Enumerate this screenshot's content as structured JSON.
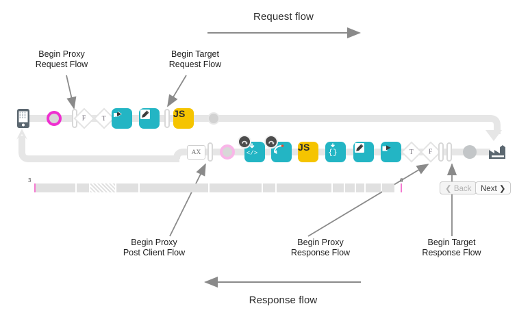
{
  "diagram": {
    "title_request": "Request flow",
    "title_response": "Response flow",
    "callouts": {
      "begin_proxy_request": "Begin Proxy\nRequest Flow",
      "begin_target_request": "Begin Target\nRequest Flow",
      "begin_proxy_post_client": "Begin Proxy\nPost Client Flow",
      "begin_proxy_response": "Begin Proxy\nResponse Flow",
      "begin_target_response": "Begin Target\nResponse Flow"
    },
    "callout_lines": {
      "begin_proxy_request_l1": "Begin Proxy",
      "begin_proxy_request_l2": "Request Flow",
      "begin_target_request_l1": "Begin Target",
      "begin_target_request_l2": "Request Flow",
      "begin_proxy_post_client_l1": "Begin Proxy",
      "begin_proxy_post_client_l2": "Post Client Flow",
      "begin_proxy_response_l1": "Begin Proxy",
      "begin_proxy_response_l2": "Response Flow",
      "begin_target_response_l1": "Begin Target",
      "begin_target_response_l2": "Response Flow"
    }
  },
  "colors": {
    "teal": "#23b5c4",
    "yellow": "#f5c400",
    "magenta": "#ef2fd0",
    "pink": "#f9b6e8",
    "track": "#e6e6e6",
    "arrow_grey": "#8a8a8a",
    "factory": "#5b6770"
  },
  "row_request": {
    "nodes": [
      {
        "name": "client-device-icon",
        "type": "phone",
        "label": ""
      },
      {
        "name": "magenta-ring-start",
        "type": "ring",
        "label": ""
      },
      {
        "name": "flow-bar-1",
        "type": "bar",
        "label": ""
      },
      {
        "name": "condition-f-1",
        "type": "diamond",
        "label": "F"
      },
      {
        "name": "condition-t-1",
        "type": "diamond",
        "label": "T"
      },
      {
        "name": "policy-share-1",
        "type": "teal",
        "label": ""
      },
      {
        "name": "policy-edit-1",
        "type": "teal",
        "label": ""
      },
      {
        "name": "flow-bar-2",
        "type": "bar",
        "label": ""
      },
      {
        "name": "policy-js-1",
        "type": "yellow",
        "label": "JS"
      },
      {
        "name": "endpoint-dot-1",
        "type": "dot",
        "label": ""
      }
    ]
  },
  "row_response": {
    "nodes": [
      {
        "name": "ax-box",
        "type": "axbox",
        "label": "AX"
      },
      {
        "name": "flow-bar-3",
        "type": "bar",
        "label": ""
      },
      {
        "name": "pink-ring-start",
        "type": "ring",
        "label": ""
      },
      {
        "name": "policy-code-1",
        "type": "teal",
        "label": "</>"
      },
      {
        "name": "policy-assign-1",
        "type": "teal",
        "label": ""
      },
      {
        "name": "policy-js-2",
        "type": "yellow",
        "label": "JS"
      },
      {
        "name": "policy-json-1",
        "type": "teal",
        "label": "{}"
      },
      {
        "name": "policy-edit-2",
        "type": "teal",
        "label": ""
      },
      {
        "name": "policy-share-2",
        "type": "teal",
        "label": ""
      },
      {
        "name": "condition-t-2",
        "type": "diamond",
        "label": "T"
      },
      {
        "name": "condition-f-2",
        "type": "diamond",
        "label": "F"
      },
      {
        "name": "flow-bar-4",
        "type": "bar",
        "label": ""
      },
      {
        "name": "flow-bar-5",
        "type": "bar",
        "label": ""
      },
      {
        "name": "endpoint-dot-2",
        "type": "dot",
        "label": ""
      },
      {
        "name": "target-server-icon",
        "type": "factory",
        "label": ""
      }
    ]
  },
  "timeline": {
    "segments": [
      60,
      18,
      36,
      32,
      100,
      76,
      18,
      80,
      16,
      14,
      12,
      22,
      18
    ],
    "markers": [
      {
        "name": "timeline-marker-left",
        "label": "3"
      },
      {
        "name": "timeline-marker-right",
        "label": "6"
      }
    ]
  },
  "nav": {
    "back_label": "❮ Back",
    "next_label": "Next ❯"
  }
}
